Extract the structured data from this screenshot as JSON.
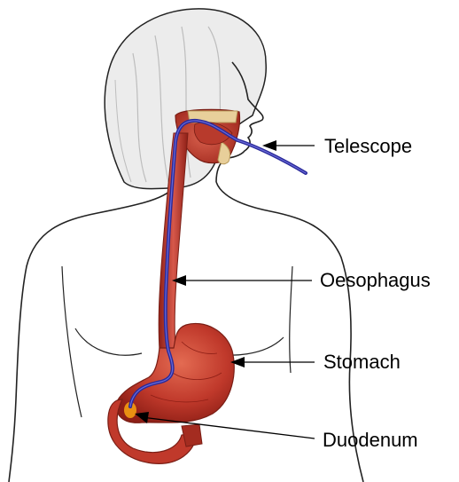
{
  "labels": {
    "telescope": "Telescope",
    "oesophagus": "Oesophagus",
    "stomach": "Stomach",
    "duodenum": "Duodenum"
  },
  "colors": {
    "outline": "#222222",
    "hair_shade": "#bdbdbd",
    "organ_red": "#c0392b",
    "organ_dark": "#8e1f16",
    "organ_light": "#e36b52",
    "telescope_blue": "#2a2a9a",
    "bone": "#e8cf9a",
    "duodenum_highlight": "#f39c12"
  }
}
